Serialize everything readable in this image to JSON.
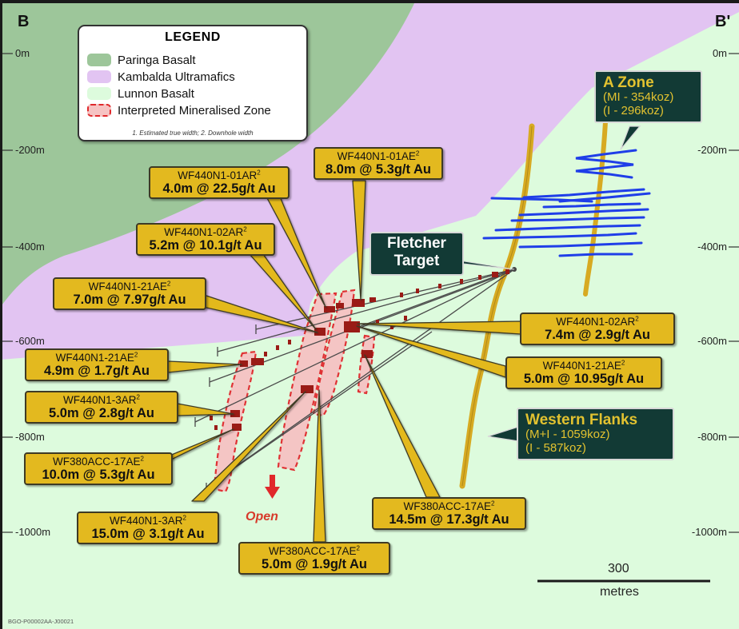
{
  "section": {
    "start_label": "B",
    "end_label": "B'"
  },
  "depth_labels": [
    "0m",
    "-200m",
    "-400m",
    "-600m",
    "-800m",
    "-1000m"
  ],
  "legend": {
    "title": "LEGEND",
    "items": [
      {
        "label": "Paringa Basalt",
        "color": "#9dc69a"
      },
      {
        "label": "Kambalda Ultramafics",
        "color": "#e2c4f2"
      },
      {
        "label": "Lunnon Basalt",
        "color": "#ddfbdd"
      },
      {
        "label": "Interpreted Mineralised Zone",
        "color": "#f6c3c3",
        "border_color": "#e0282b"
      }
    ],
    "note": "1. Estimated true width; 2. Downhole width"
  },
  "intercepts": [
    {
      "hole": "WF440N1-01AE",
      "sup": "2",
      "grade": "8.0m @ 5.3g/t Au"
    },
    {
      "hole": "WF440N1-01AR",
      "sup": "2",
      "grade": "4.0m @ 22.5g/t Au"
    },
    {
      "hole": "WF440N1-02AR",
      "sup": "2",
      "grade": "5.2m @ 10.1g/t Au"
    },
    {
      "hole": "WF440N1-21AE",
      "sup": "2",
      "grade": "7.0m @ 7.97g/t Au"
    },
    {
      "hole": "WF440N1-21AE",
      "sup": "2",
      "grade": "4.9m @ 1.7g/t Au"
    },
    {
      "hole": "WF440N1-3AR",
      "sup": "2",
      "grade": "5.0m @ 2.8g/t Au"
    },
    {
      "hole": "WF380ACC-17AE",
      "sup": "2",
      "grade": "10.0m @ 5.3g/t Au"
    },
    {
      "hole": "WF440N1-3AR",
      "sup": "2",
      "grade": "15.0m @ 3.1g/t Au"
    },
    {
      "hole": "WF380ACC-17AE",
      "sup": "2",
      "grade": "5.0m @ 1.9g/t Au"
    },
    {
      "hole": "WF380ACC-17AE",
      "sup": "2",
      "grade": "14.5m @ 17.3g/t Au"
    },
    {
      "hole": "WF440N1-02AR",
      "sup": "2",
      "grade": "7.4m @ 2.9g/t Au"
    },
    {
      "hole": "WF440N1-21AE",
      "sup": "2",
      "grade": "5.0m @ 10.95g/t Au"
    }
  ],
  "target": {
    "line1": "Fletcher",
    "line2": "Target"
  },
  "zones": [
    {
      "name": "A Zone",
      "lines": [
        "(MI - 354koz)",
        "(I - 296koz)"
      ]
    },
    {
      "name": "Western Flanks",
      "lines": [
        "(M+I - 1059koz)",
        "(I - 587koz)"
      ]
    }
  ],
  "open_label": "Open",
  "scale": {
    "value": "300",
    "unit": "metres"
  },
  "figure_ref": "BGO-P00002AA-J00021",
  "colors": {
    "paringa": "#9dc69a",
    "kambalda": "#e2c4f2",
    "lunnon": "#ddfbdd",
    "mineralised_fill": "#f6c3c3",
    "mineralised_outline": "#e0282b",
    "callout": "#e3b91f",
    "zone_box": "#123a35",
    "lode": "#d7aa22",
    "a_zone_traces": "#1f3ee8",
    "intercept": "#9a1b16"
  }
}
